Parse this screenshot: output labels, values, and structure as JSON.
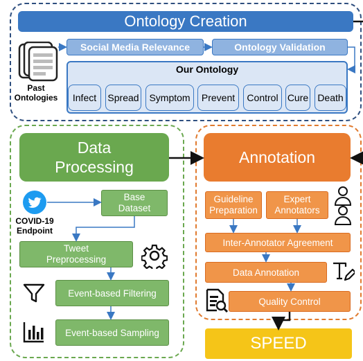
{
  "ontology": {
    "title": "Ontology Creation",
    "social_media_relevance": "Social Media Relevance",
    "ontology_validation": "Ontology Validation",
    "our_ontology": "Our Ontology",
    "past_ontologies_line1": "Past",
    "past_ontologies_line2": "Ontologies",
    "categories": [
      "Infect",
      "Spread",
      "Symptom",
      "Prevent",
      "Control",
      "Cure",
      "Death"
    ]
  },
  "data_processing": {
    "title_line1": "Data",
    "title_line2": "Processing",
    "endpoint_line1": "COVID-19",
    "endpoint_line2": "Endpoint",
    "base_dataset_line1": "Base",
    "base_dataset_line2": "Dataset",
    "tweet_preprocessing_line1": "Tweet",
    "tweet_preprocessing_line2": "Preprocessing",
    "event_filtering": "Event-based Filtering",
    "event_sampling": "Event-based Sampling"
  },
  "annotation": {
    "title": "Annotation",
    "guideline_line1": "Guideline",
    "guideline_line2": "Preparation",
    "expert_line1": "Expert",
    "expert_line2": "Annotators",
    "inter_annotator": "Inter-Annotator Agreement",
    "data_annotation": "Data Annotation",
    "quality_control": "Quality Control"
  },
  "output": {
    "speed": "SPEED"
  },
  "icons": {
    "twitter": "twitter-bird-icon",
    "documents": "documents-stack-icon",
    "gear": "gear-icon",
    "filter": "filter-funnel-icon",
    "bar_chart": "bar-chart-icon",
    "users": "users-icon",
    "text_edit": "text-edit-icon",
    "document_search": "document-search-icon"
  },
  "colors": {
    "ontology_blue": "#3a78c3",
    "processing_green": "#6aa84f",
    "annotation_orange": "#e97c2f",
    "speed_yellow": "#f5c518"
  }
}
